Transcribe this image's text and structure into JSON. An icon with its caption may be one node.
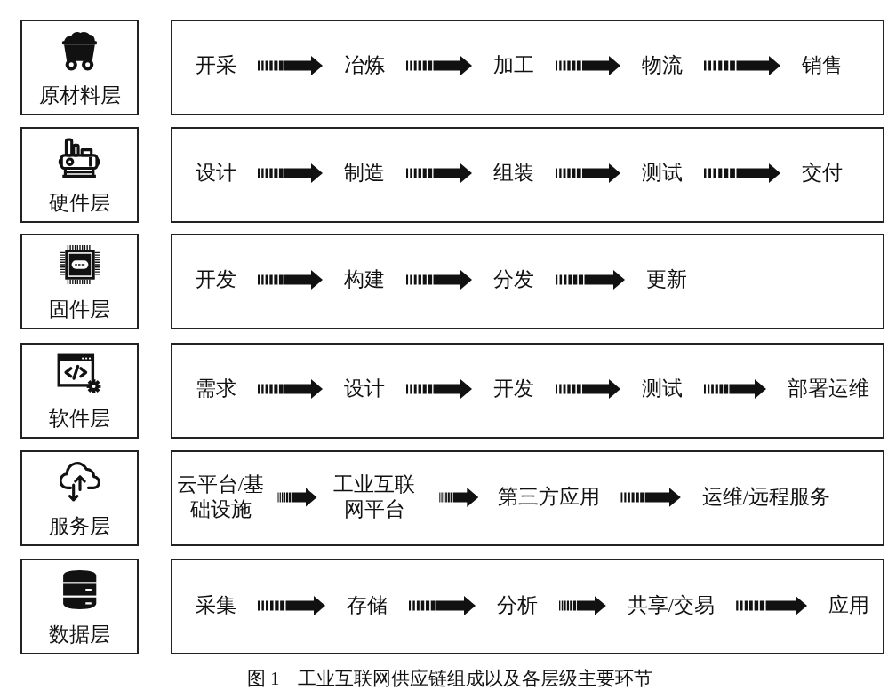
{
  "diagram": {
    "caption": "图 1　工业互联网供应链组成以及各层级主要环节",
    "nodes": [
      {
        "text": [
          "原材料层"
        ]
      },
      {
        "text": [],
        "shape": "box"
      },
      {
        "text": [
          "开采"
        ],
        "in": 1
      },
      {
        "text": [
          "冶炼"
        ],
        "in": 1
      },
      {
        "text": [
          "加工"
        ],
        "in": 1
      },
      {
        "text": [
          "物流"
        ],
        "in": 1
      },
      {
        "text": [
          "销售"
        ],
        "in": 1
      },
      {
        "text": [
          "硬件层"
        ]
      },
      {
        "text": [],
        "shape": "box"
      },
      {
        "text": [
          "设计"
        ],
        "in": 8
      },
      {
        "text": [
          "制造"
        ],
        "in": 8
      },
      {
        "text": [
          "组装"
        ],
        "in": 8
      },
      {
        "text": [
          "测试"
        ],
        "in": 8
      },
      {
        "text": [
          "交付"
        ],
        "in": 8
      },
      {
        "text": [
          "固件层"
        ]
      },
      {
        "text": [],
        "shape": "box"
      },
      {
        "text": [
          "开发"
        ],
        "in": 15
      },
      {
        "text": [
          "构建"
        ],
        "in": 15
      },
      {
        "text": [
          "分发"
        ],
        "in": 15
      },
      {
        "text": [
          "更新"
        ],
        "in": 15
      },
      {
        "text": [
          "软件层"
        ]
      },
      {
        "text": [],
        "shape": "box"
      },
      {
        "text": [
          "需求"
        ],
        "in": 21
      },
      {
        "text": [
          "设计"
        ],
        "in": 21
      },
      {
        "text": [
          "开发"
        ],
        "in": 21
      },
      {
        "text": [
          "测试"
        ],
        "in": 21
      },
      {
        "text": [
          "部署运维"
        ],
        "in": 21
      },
      {
        "text": [
          "服务层"
        ]
      },
      {
        "text": [],
        "shape": "box"
      },
      {
        "text": [
          "云平台/基础设施"
        ],
        "in": 28
      },
      {
        "text": [
          "工业互联网平台"
        ],
        "in": 28
      },
      {
        "text": [
          "第三方应用"
        ],
        "in": 28
      },
      {
        "text": [
          "运维/远程服务"
        ],
        "in": 28
      },
      {
        "text": [
          "数据层"
        ]
      },
      {
        "text": [],
        "shape": "box"
      },
      {
        "text": [
          "采集"
        ],
        "in": 34
      },
      {
        "text": [
          "存储"
        ],
        "in": 34
      },
      {
        "text": [
          "分析"
        ],
        "in": 34
      },
      {
        "text": [
          "共享/交易"
        ],
        "in": 34
      },
      {
        "text": [
          "应用"
        ],
        "in": 34
      }
    ],
    "edges": [
      {
        "from": 2,
        "to": 3,
        "arrow": "to"
      },
      {
        "from": 3,
        "to": 4,
        "arrow": "to"
      },
      {
        "from": 4,
        "to": 5,
        "arrow": "to"
      },
      {
        "from": 5,
        "to": 6,
        "arrow": "to"
      },
      {
        "from": 9,
        "to": 10,
        "arrow": "to"
      },
      {
        "from": 10,
        "to": 11,
        "arrow": "to"
      },
      {
        "from": 11,
        "to": 12,
        "arrow": "to"
      },
      {
        "from": 12,
        "to": 13,
        "arrow": "to"
      },
      {
        "from": 16,
        "to": 17,
        "arrow": "to"
      },
      {
        "from": 17,
        "to": 18,
        "arrow": "to"
      },
      {
        "from": 18,
        "to": 19,
        "arrow": "to"
      },
      {
        "from": 22,
        "to": 23,
        "arrow": "to"
      },
      {
        "from": 23,
        "to": 24,
        "arrow": "to"
      },
      {
        "from": 24,
        "to": 25,
        "arrow": "to"
      },
      {
        "from": 25,
        "to": 26,
        "arrow": "to"
      },
      {
        "from": 29,
        "to": 30,
        "arrow": "to"
      },
      {
        "from": 30,
        "to": 31,
        "arrow": "to"
      },
      {
        "from": 31,
        "to": 32,
        "arrow": "to"
      },
      {
        "from": 35,
        "to": 36,
        "arrow": "to"
      },
      {
        "from": 36,
        "to": 37,
        "arrow": "to"
      },
      {
        "from": 37,
        "to": 38,
        "arrow": "to"
      },
      {
        "from": 38,
        "to": 39,
        "arrow": "to"
      }
    ]
  }
}
